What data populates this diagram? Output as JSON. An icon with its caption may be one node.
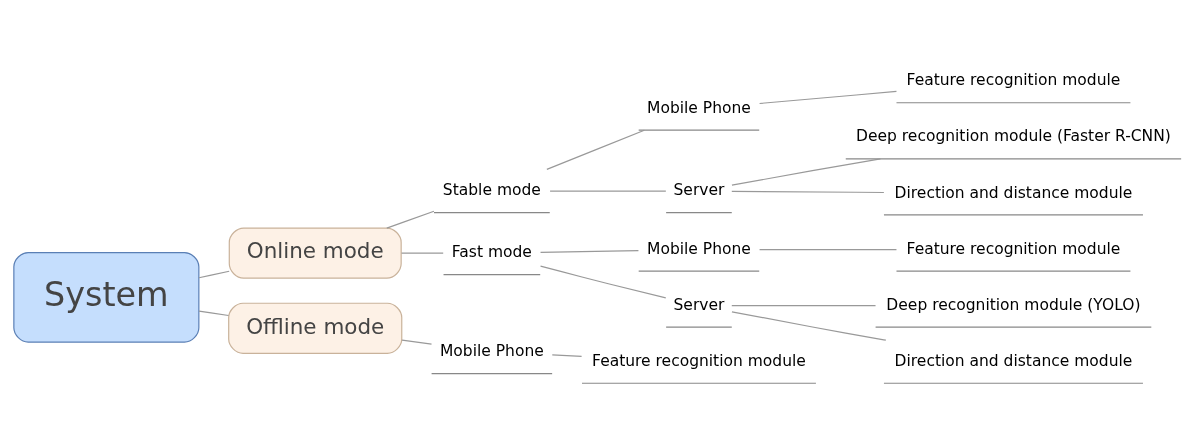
{
  "diagram": {
    "nodes": [
      {
        "text": [
          "System"
        ]
      },
      {
        "text": [
          "Online mode"
        ]
      },
      {
        "text": [
          "Stable mode"
        ]
      },
      {
        "text": [
          "Mobile Phone"
        ]
      },
      {
        "text": [
          "Feature recognition module"
        ]
      },
      {
        "text": [
          "Server"
        ]
      },
      {
        "text": [
          "Deep recognition module (Faster R-CNN)"
        ]
      },
      {
        "text": [
          "Direction and distance module"
        ]
      },
      {
        "text": [
          "Fast mode"
        ]
      },
      {
        "text": [
          "Mobile Phone"
        ]
      },
      {
        "text": [
          "Feature recognition module"
        ]
      },
      {
        "text": [
          "Server"
        ]
      },
      {
        "text": [
          "Deep recognition module (YOLO)"
        ]
      },
      {
        "text": [
          "Direction and distance module"
        ]
      },
      {
        "text": [
          "Offline mode"
        ]
      },
      {
        "text": [
          "Mobile Phone"
        ]
      },
      {
        "text": [
          "Feature recognition module"
        ]
      }
    ],
    "edges": [
      {
        "from": 0,
        "to": 1,
        "arrow": "none"
      },
      {
        "from": 1,
        "to": 2,
        "arrow": "none"
      },
      {
        "from": 2,
        "to": 3,
        "arrow": "none"
      },
      {
        "from": 3,
        "to": 4,
        "arrow": "none"
      },
      {
        "from": 2,
        "to": 5,
        "arrow": "none"
      },
      {
        "from": 5,
        "to": 6,
        "arrow": "none"
      },
      {
        "from": 5,
        "to": 7,
        "arrow": "none"
      },
      {
        "from": 1,
        "to": 8,
        "arrow": "none"
      },
      {
        "from": 8,
        "to": 9,
        "arrow": "none"
      },
      {
        "from": 9,
        "to": 10,
        "arrow": "none"
      },
      {
        "from": 8,
        "to": 11,
        "arrow": "none"
      },
      {
        "from": 11,
        "to": 12,
        "arrow": "none"
      },
      {
        "from": 11,
        "to": 13,
        "arrow": "none"
      },
      {
        "from": 0,
        "to": 14,
        "arrow": "none"
      },
      {
        "from": 14,
        "to": 15,
        "arrow": "none"
      },
      {
        "from": 15,
        "to": 16,
        "arrow": "none"
      }
    ]
  }
}
